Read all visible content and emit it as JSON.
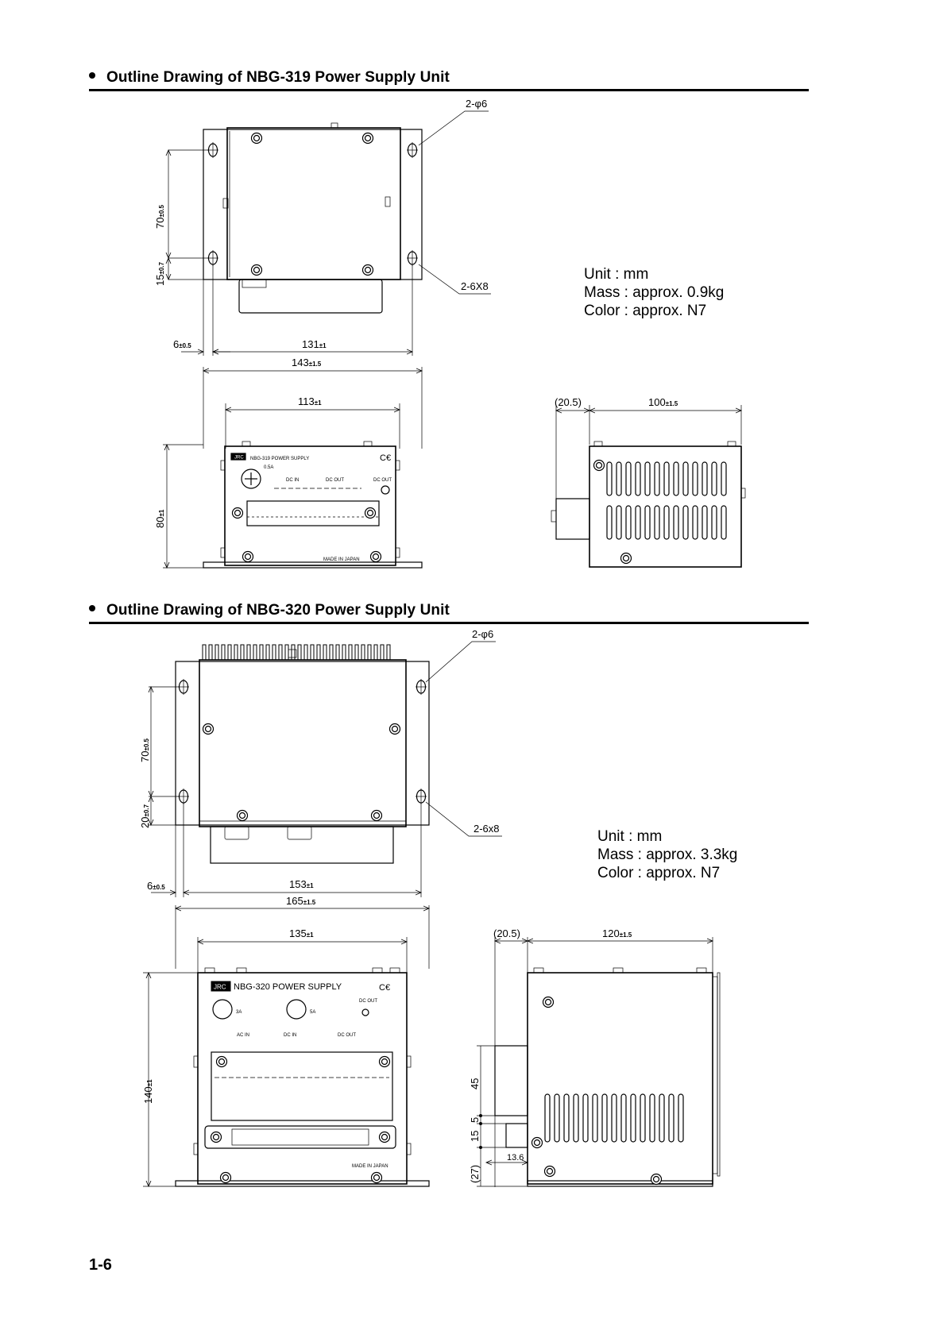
{
  "sections": [
    {
      "heading": "Outline Drawing of NBG-319 Power Supply Unit",
      "specs": {
        "unit": "Unit : mm",
        "mass": "Mass : approx. 0.9kg",
        "color": "Color : approx. N7"
      },
      "plate": {
        "model": "NBG-319 POWER SUPPLY",
        "logo": "JRC",
        "fuse": "0.5A",
        "made_in": "MADE IN JAPAN",
        "dc_in": "DC IN",
        "dc_out": "DC OUT"
      },
      "dims": {
        "hole": "2-φ6",
        "slot": "2-6X8",
        "d70": "70",
        "d70_tol": "±0.5",
        "d15": "15",
        "d15_tol": "±0.7",
        "d6": "6",
        "d6_tol": "±0.5",
        "d131": "131",
        "d131_tol": "±1",
        "d143": "143",
        "d143_tol": "±1.5",
        "d113": "113",
        "d113_tol": "±1",
        "d80": "80",
        "d80_tol": "±1",
        "d20_5": "(20.5)",
        "d100": "100",
        "d100_tol": "±1.5"
      }
    },
    {
      "heading": "Outline Drawing of NBG-320 Power Supply Unit",
      "specs": {
        "unit": "Unit : mm",
        "mass": "Mass : approx. 3.3kg",
        "color": "Color : approx. N7"
      },
      "plate": {
        "model": "NBG-320 POWER SUPPLY",
        "logo": "JRC",
        "fuse1": "3A",
        "fuse2": "5A",
        "made_in": "MADE IN JAPAN",
        "ac_in": "AC IN",
        "dc_in": "DC IN",
        "dc_out": "DC OUT"
      },
      "dims": {
        "hole": "2-φ6",
        "slot": "2-6x8",
        "d70": "70",
        "d70_tol": "±0.5",
        "d20": "20",
        "d20_tol": "±0.7",
        "d6": "6",
        "d6_tol": "±0.5",
        "d153": "153",
        "d153_tol": "±1",
        "d165": "165",
        "d165_tol": "±1.5",
        "d135": "135",
        "d135_tol": "±1",
        "d140": "140",
        "d140_tol": "±1",
        "d20_5": "(20.5)",
        "d120": "120",
        "d120_tol": "±1.5",
        "d45": "45",
        "d5": "5",
        "d15": "15",
        "d27": "(27)",
        "d13_6": "13.6"
      }
    }
  ],
  "page_number": "1-6"
}
